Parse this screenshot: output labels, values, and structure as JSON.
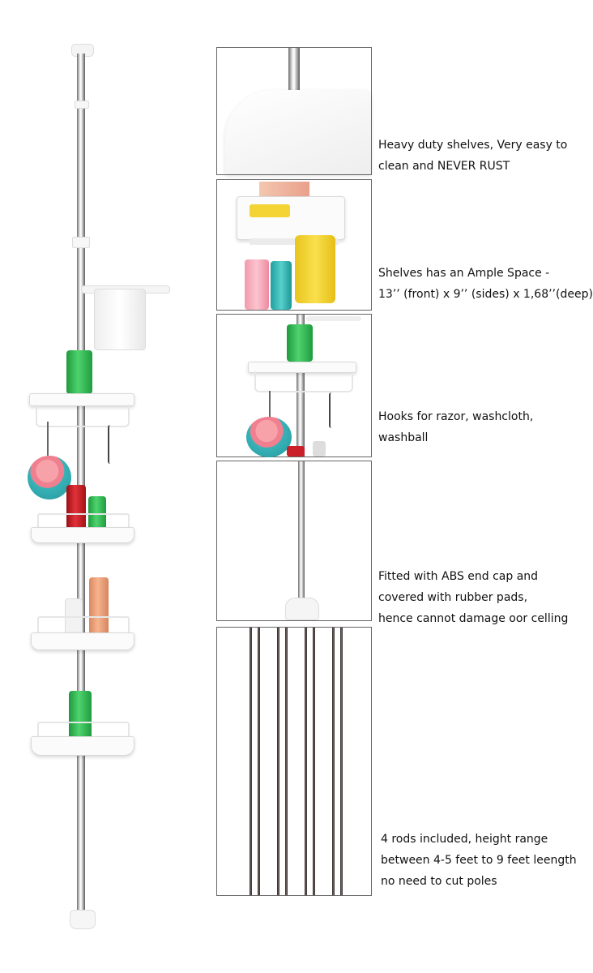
{
  "colors": {
    "pole": "#c8c8c8",
    "shelf": "#fbfbfb",
    "green_bottle": "#2fbf57",
    "red_bottle": "#c9202a",
    "sponge_pink": "#f07f8f",
    "sponge_teal": "#2aa6ac",
    "yellow_cloth": "#f3d22c",
    "rod": "#3b2d2a"
  },
  "features": [
    {
      "lines": [
        "Heavy duty shelves, Very easy to",
        "clean and NEVER RUST"
      ]
    },
    {
      "lines": [
        "Shelves has an Ample Space -",
        "13’’ (front) x 9’’ (sides) x 1,68’’(deep)"
      ]
    },
    {
      "lines": [
        "Hooks for razor, washcloth,",
        "washball"
      ]
    },
    {
      "lines": [
        "Fitted with ABS end cap and",
        "covered with rubber pads,",
        "hence cannot damage oor celling"
      ]
    },
    {
      "lines": [
        "4 rods included, height range",
        "between 4-5 feet to 9 feet leength",
        "no need to cut poles"
      ]
    }
  ],
  "icons": {
    "main": "corner-shower-caddy-illustration",
    "panel1": "shelf-closeup-illustration",
    "panel2": "shelf-with-bottles-illustration",
    "panel3": "hooks-illustration",
    "panel4": "end-cap-illustration",
    "panel5": "rods-illustration"
  }
}
